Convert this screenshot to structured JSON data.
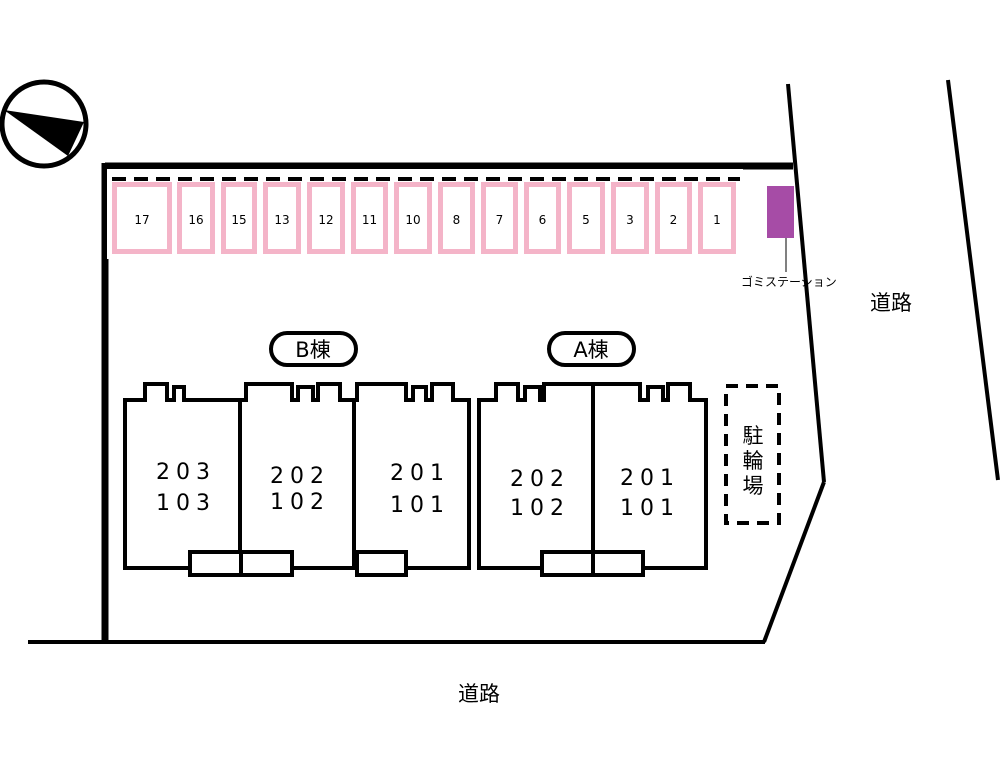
{
  "parking": {
    "spaces": [
      "17",
      "16",
      "15",
      "13",
      "12",
      "11",
      "10",
      "8",
      "7",
      "6",
      "5",
      "3",
      "2",
      "1"
    ],
    "fill_color": "#f4b4c8"
  },
  "garbage_station": {
    "label": "ゴミステーション",
    "color": "#a64ca6"
  },
  "roads": {
    "east": "道路",
    "south": "道路"
  },
  "buildings": {
    "b": {
      "label": "B棟",
      "units": [
        [
          "203",
          "103"
        ],
        [
          "202",
          "102"
        ],
        [
          "201",
          "101"
        ]
      ]
    },
    "a": {
      "label": "A棟",
      "units": [
        [
          "202",
          "102"
        ],
        [
          "201",
          "101"
        ]
      ]
    }
  },
  "bicycle_parking": {
    "chars": [
      "駐",
      "輪",
      "場"
    ]
  },
  "compass": {
    "icon": "compass-arrow-icon"
  }
}
